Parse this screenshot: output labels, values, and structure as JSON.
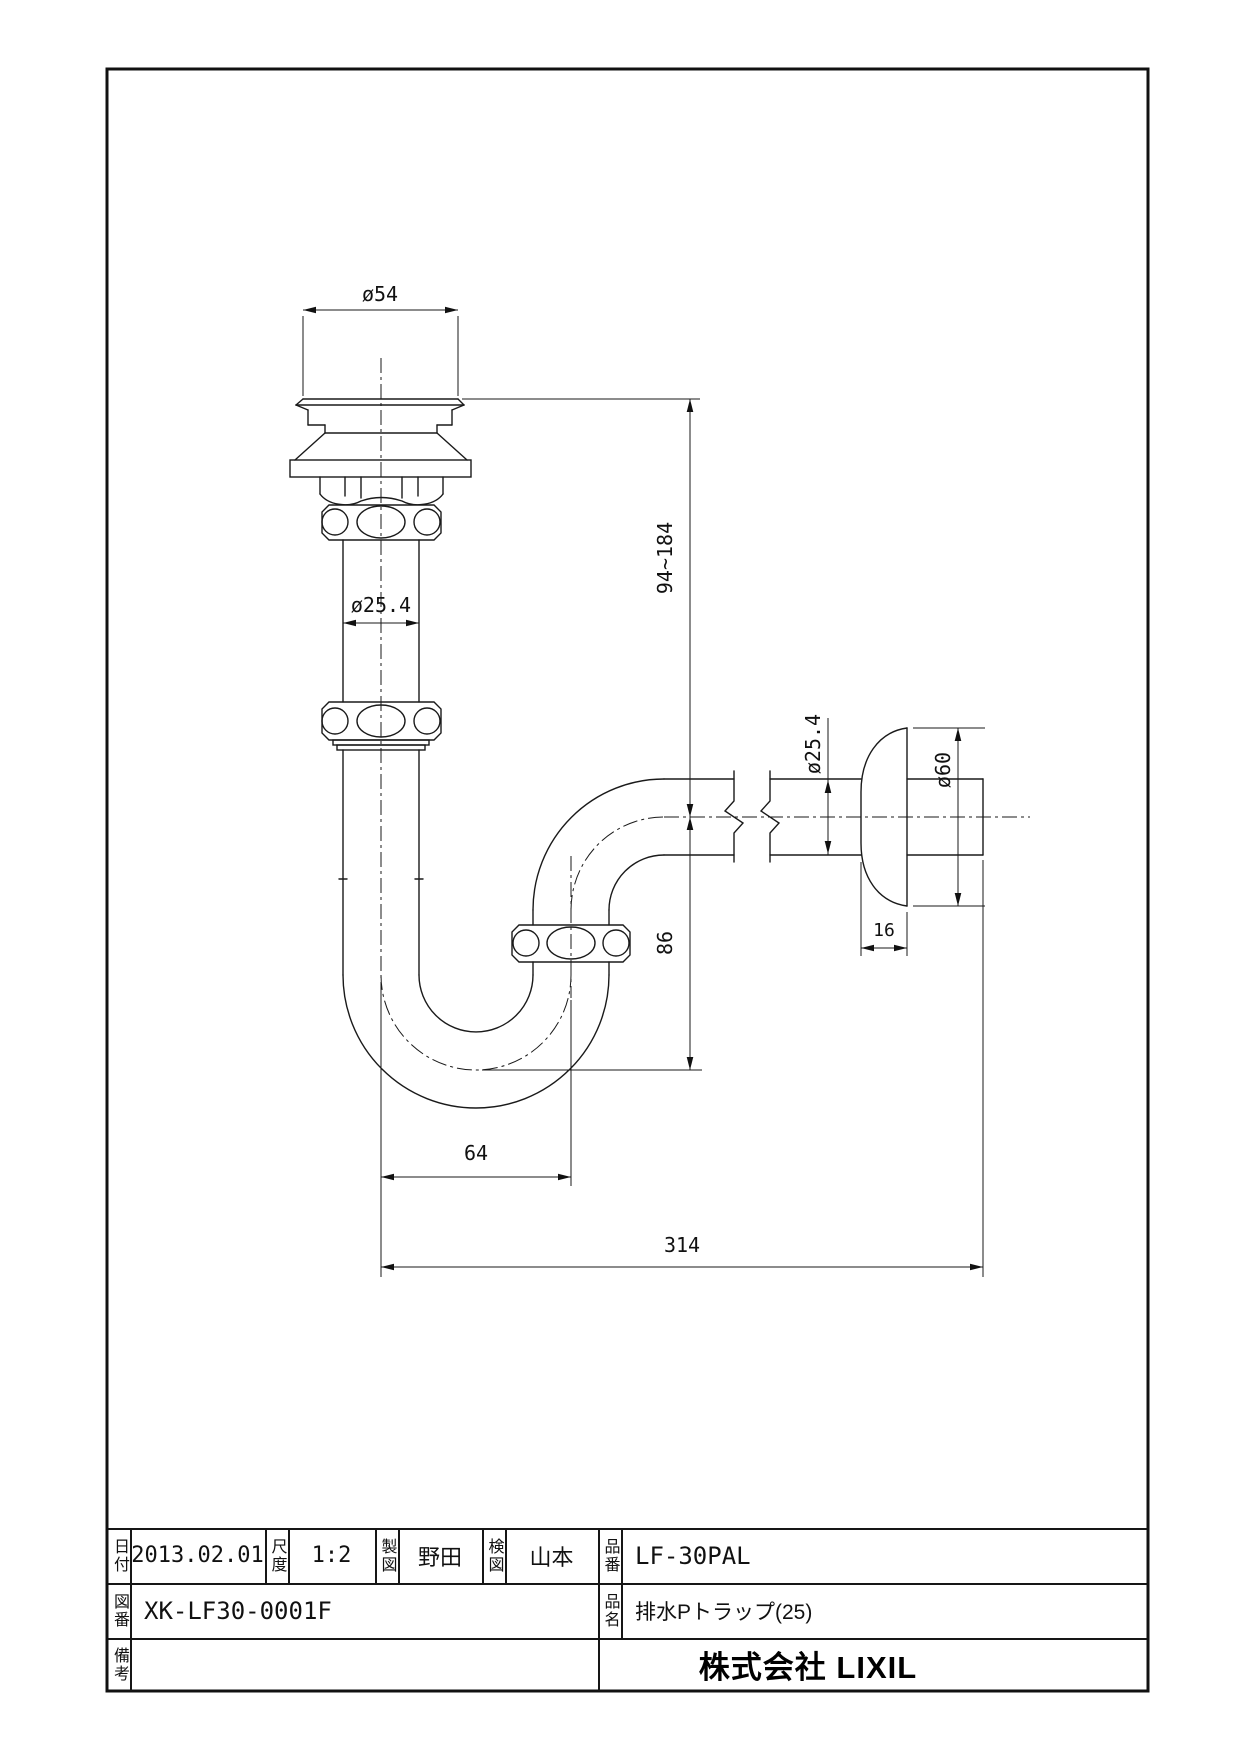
{
  "drawing": {
    "dimensions": {
      "drain_flange_dia": "ø54",
      "inlet_pipe_dia": "ø25.4",
      "inlet_adjust_height": "94~184",
      "outlet_pipe_dia": "ø25.4",
      "escutcheon_dia": "ø60",
      "trap_seal_depth": "86",
      "escutcheon_thickness": "16",
      "trap_offset": "64",
      "total_length": "314"
    }
  },
  "title_block": {
    "date_label": "日付",
    "date_value": "2013.02.01",
    "scale_label": "尺度",
    "scale_value": "1:2",
    "drafter_label": "製図",
    "drafter_value": "野田",
    "checker_label": "検図",
    "checker_value": "山本",
    "part_no_label": "品番",
    "part_no_value": "LF-30PAL",
    "drawing_no_label": "図番",
    "drawing_no_value": "XK-LF30-0001F",
    "product_name_label": "品名",
    "product_name_value": "排水Pトラップ(25)",
    "remarks_label": "備考",
    "remarks_value": "",
    "company": "株式会社 LIXIL"
  }
}
